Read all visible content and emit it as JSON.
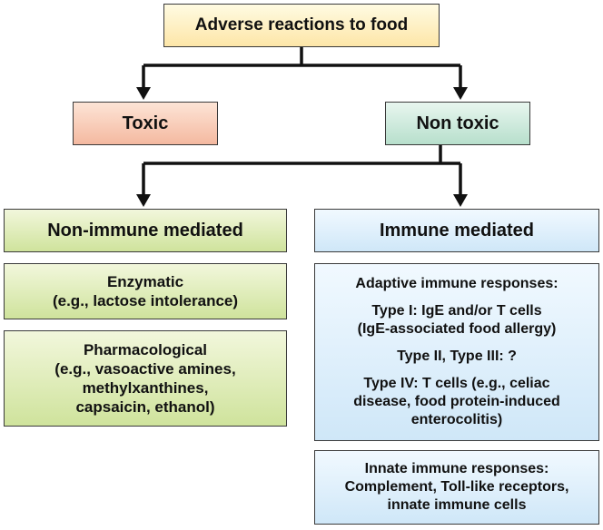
{
  "root": {
    "label": "Adverse reactions to food"
  },
  "level1": {
    "toxic": "Toxic",
    "non_toxic": "Non toxic"
  },
  "level2": {
    "non_immune": "Non-immune mediated",
    "immune": "Immune mediated"
  },
  "non_immune_items": {
    "enzymatic": [
      "Enzymatic",
      "(e.g., lactose intolerance)"
    ],
    "pharmacological": [
      "Pharmacological",
      "(e.g., vasoactive amines,",
      "methylxanthines,",
      "capsaicin, ethanol)"
    ]
  },
  "immune_items": {
    "adaptive": {
      "heading": "Adaptive immune responses:",
      "type1": [
        "Type I: IgE and/or T cells",
        "(IgE-associated food allergy)"
      ],
      "type23": "Type II, Type III: ?",
      "type4": [
        "Type IV: T cells (e.g., celiac",
        "disease, food protein-induced",
        "enterocolitis)"
      ]
    },
    "innate": [
      "Innate immune responses:",
      "Complement, Toll-like receptors,",
      "innate immune cells"
    ]
  }
}
